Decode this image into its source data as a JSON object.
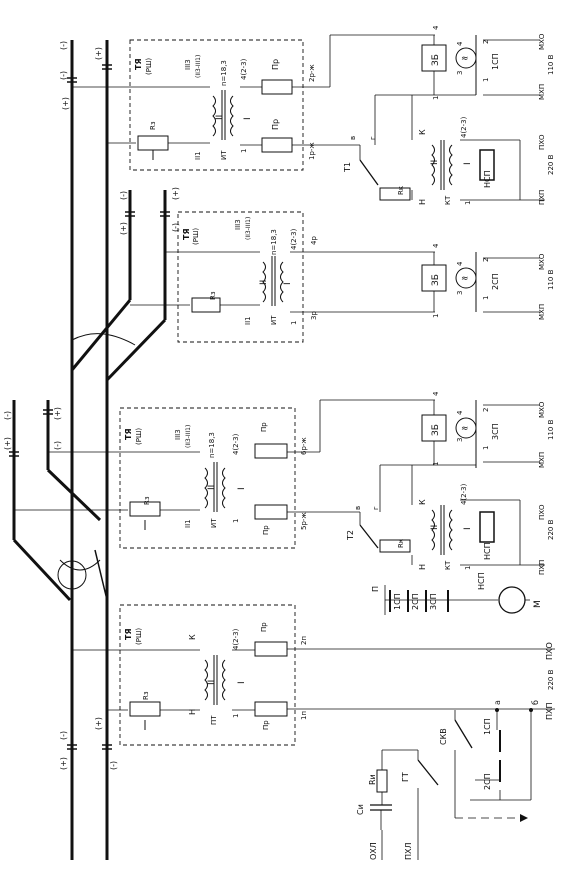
{
  "blocks": [
    {
      "ty": "ТЯ",
      "rsh": "(РШ)",
      "wind2": "II",
      "wind1": "I",
      "rz": "Rз",
      "terms": "4(2-3)",
      "pr_top": "Пр",
      "pr_bot": "Пр",
      "n_label": "1",
      "k_label": "К",
      "h_label": "Н",
      "tr": "ПТ",
      "out_top": "2п",
      "out_bot": "1п"
    },
    {
      "ty": "ТЯ",
      "rsh": "(РШ)",
      "wind3": "III3",
      "wind3b": "(II3-III1)",
      "wind2": "II",
      "wind1": "I",
      "rz": "Rз",
      "n": "n=18,3",
      "terms": "4(2-3)",
      "pr_top": "Пр",
      "pr_bot": "Пр",
      "ii1": "II1",
      "tr": "ИТ",
      "one": "1",
      "out_top": "6р-ж",
      "out_bot": "5р-ж"
    },
    {
      "ty": "ТЯ",
      "rsh": "(РШ)",
      "wind3": "III3",
      "wind3b": "(II3-III1)",
      "wind2": "II",
      "wind1": "I",
      "rz": "Rз",
      "n": "n=18,3",
      "terms": "4(2-3)",
      "ii1": "II1",
      "tr": "ИТ",
      "one": "1",
      "out_top": "4р",
      "out_bot": "3р"
    },
    {
      "ty": "ТЯ",
      "rsh": "(РШ)",
      "wind3": "III3",
      "wind3b": "(II3-III1)",
      "wind2": "II",
      "wind1": "I",
      "rz": "Rз",
      "n": "n=18,3",
      "terms": "4(2-3)",
      "pr_top": "Пр",
      "pr_bot": "Пр",
      "ii1": "II1",
      "tr": "ИТ",
      "one": "1",
      "out_top": "2р-ж",
      "out_bot": "1р-ж"
    }
  ],
  "relays": [
    {
      "zb": "ЗБ",
      "sp": "3СП",
      "v": "110 В",
      "mho": "МХО",
      "mhp": "МХП",
      "t4": "4",
      "t2": "2",
      "t3": "3",
      "t1": "1"
    },
    {
      "zb": "ЗБ",
      "sp": "2СП",
      "v": "110 В",
      "mho": "МХО",
      "mhp": "МХП",
      "t4": "4",
      "t2": "2",
      "t3": "3",
      "t1": "1"
    },
    {
      "zb": "ЗБ",
      "sp": "1СП",
      "v": "110 В",
      "mho": "МХО",
      "mhp": "МХП",
      "t4": "4",
      "t2": "2",
      "t3": "3",
      "t1": "1"
    }
  ],
  "nsp": [
    {
      "k": "К",
      "kt": "КТ",
      "h": "Н",
      "rk": "Rк",
      "nsp": "НСП",
      "ii": "II",
      "i": "I",
      "terms": "4(2-3)",
      "one": "1",
      "v": "220 В",
      "pho": "ПХО",
      "phm": "ПХП",
      "t": "Т2",
      "v_lbl": "в",
      "g_lbl": "г"
    },
    {
      "k": "К",
      "kt": "КТ",
      "h": "Н",
      "rk": "Rк",
      "nsp": "НСП",
      "ii": "II",
      "i": "I",
      "terms": "4(2-3)",
      "one": "1",
      "v": "220 В",
      "pho": "ПХО",
      "phm": "ПХП",
      "t": "Т1",
      "v_lbl": "в",
      "g_lbl": "г"
    }
  ],
  "power": {
    "pho": "ПХО",
    "phm": "ПХП",
    "v220": "220 В",
    "a": "а",
    "b": "б"
  },
  "bottom": {
    "si": "Си",
    "ri": "Rи",
    "gt": "ГТ",
    "skv": "СКВ",
    "sp1": "1СП",
    "sp2": "2СП",
    "ohl": "ОХЛ",
    "phl": "ПХЛ"
  },
  "motor": {
    "p": "П",
    "sp1": "1СП",
    "sp2": "2СП",
    "sp3": "3СП",
    "nsp": "НСП",
    "m": "М"
  },
  "polarity": {
    "plus": "(+)",
    "minus": "(-)"
  }
}
